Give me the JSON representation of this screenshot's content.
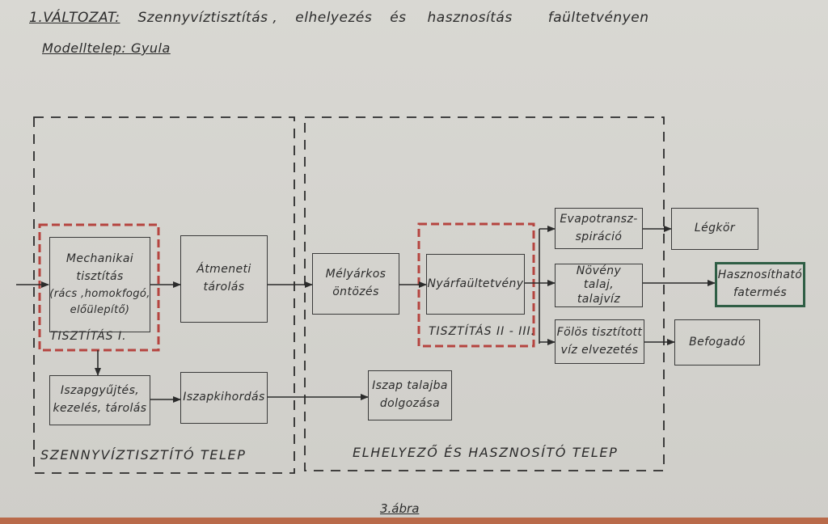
{
  "header": {
    "variant_label": "1.VÁLTOZAT:",
    "title_words": [
      "Szennyvíztisztítás ,",
      "elhelyezés",
      "és",
      "hasznosítás",
      "faültetvényen"
    ],
    "model_site": "Modelltelep: Gyula"
  },
  "zones": {
    "treatment_plant": "SZENNYVÍZTISZTÍTÓ TELEP",
    "disposal_site": "ELHELYEZŐ ÉS HASZNOSÍTÓ TELEP"
  },
  "stage_labels": {
    "stage1": "TISZTÍTÁS I.",
    "stage2": "TISZTÍTÁS II - III."
  },
  "boxes": {
    "mechanical": [
      "Mechanikai",
      "tisztítás",
      "(rács ,homokfogó,",
      "előülepítő)"
    ],
    "transit": [
      "Átmeneti",
      "tárolás"
    ],
    "sludge_collect": [
      "Iszapgyűjtés,",
      "kezelés, tárolás"
    ],
    "sludge_haul": [
      "Iszapkihordás"
    ],
    "trench": [
      "Mélyárkos",
      "öntözés"
    ],
    "poplar": [
      "Nyárfaültetvény"
    ],
    "sludge_soil": [
      "Iszap talajba",
      "dolgozása"
    ],
    "evapo": [
      "Evapotransz-",
      "spiráció"
    ],
    "plant": [
      "Növény",
      "talaj,",
      "talajvíz"
    ],
    "excess": [
      "Fölös tisztított",
      "víz elvezetés"
    ],
    "atmosphere": [
      "Légkör"
    ],
    "timber": [
      "Hasznosítható",
      "fatermés"
    ],
    "receiver": [
      "Befogadó"
    ]
  },
  "figure_caption": "3.ábra",
  "colors": {
    "stage_border": "#b5443f",
    "output_border": "#2f5e45",
    "line": "#2b2b2b"
  }
}
